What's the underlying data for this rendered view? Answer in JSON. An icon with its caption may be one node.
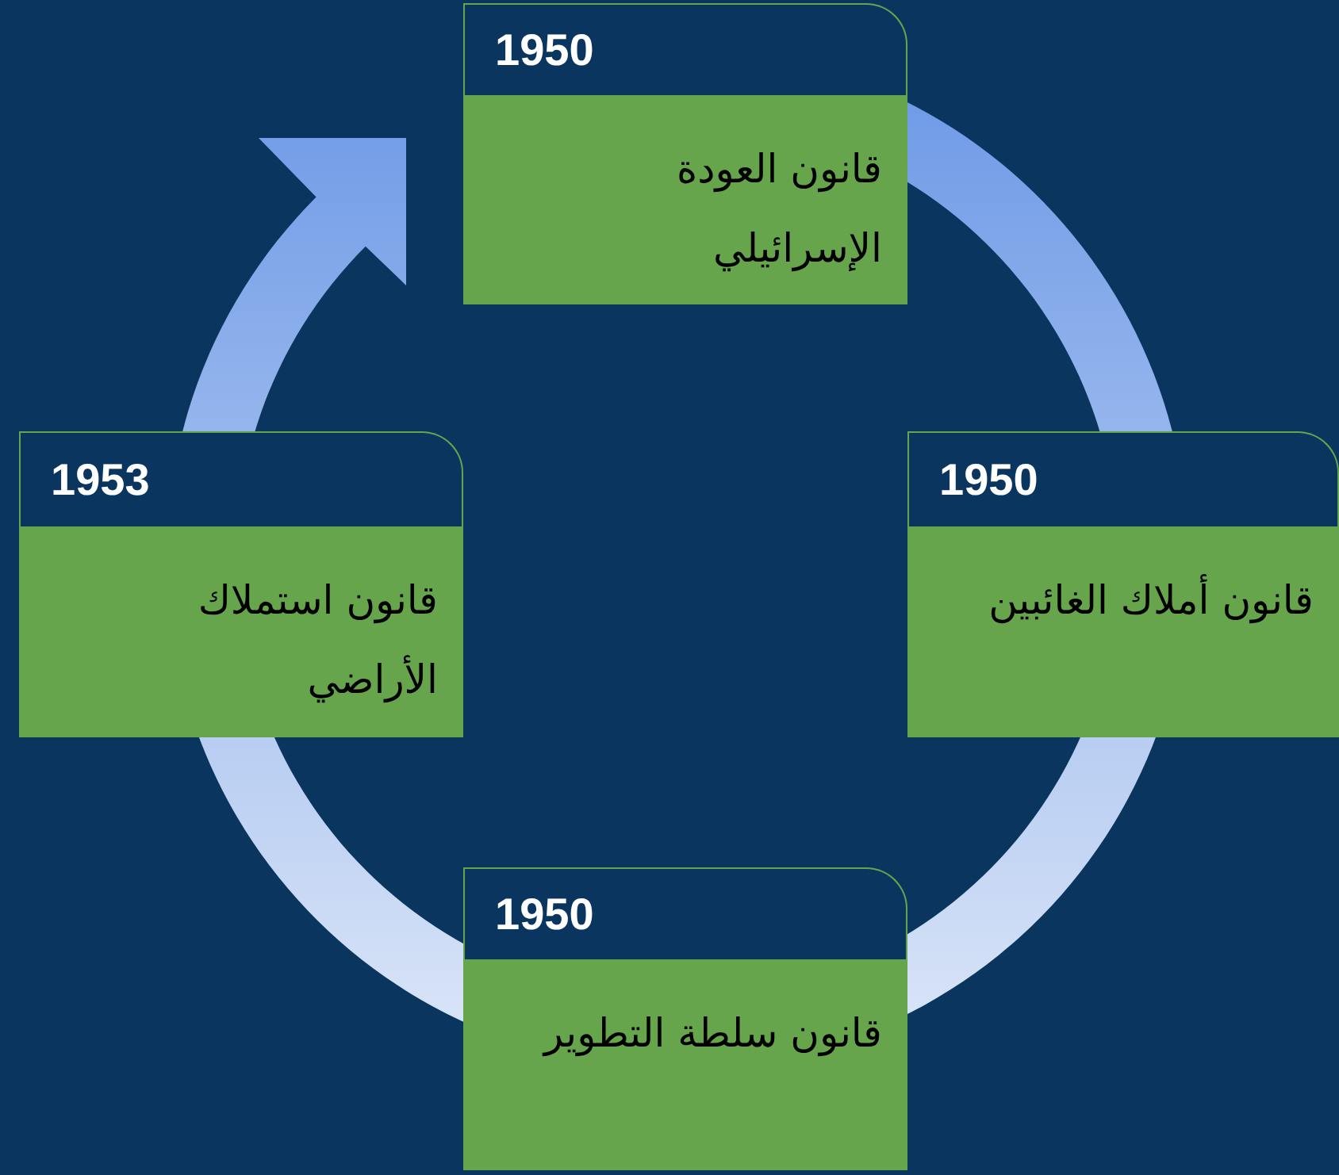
{
  "diagram": {
    "nodes": [
      {
        "text": [
          "1950",
          "قانون العودة الإسرائيلي"
        ]
      },
      {
        "text": [
          "1950",
          "قانون أملاك الغائبين"
        ]
      },
      {
        "text": [
          "1950",
          "قانون سلطة التطوير"
        ]
      },
      {
        "text": [
          "1953",
          "قانون استملاك الأراضي"
        ]
      }
    ]
  }
}
